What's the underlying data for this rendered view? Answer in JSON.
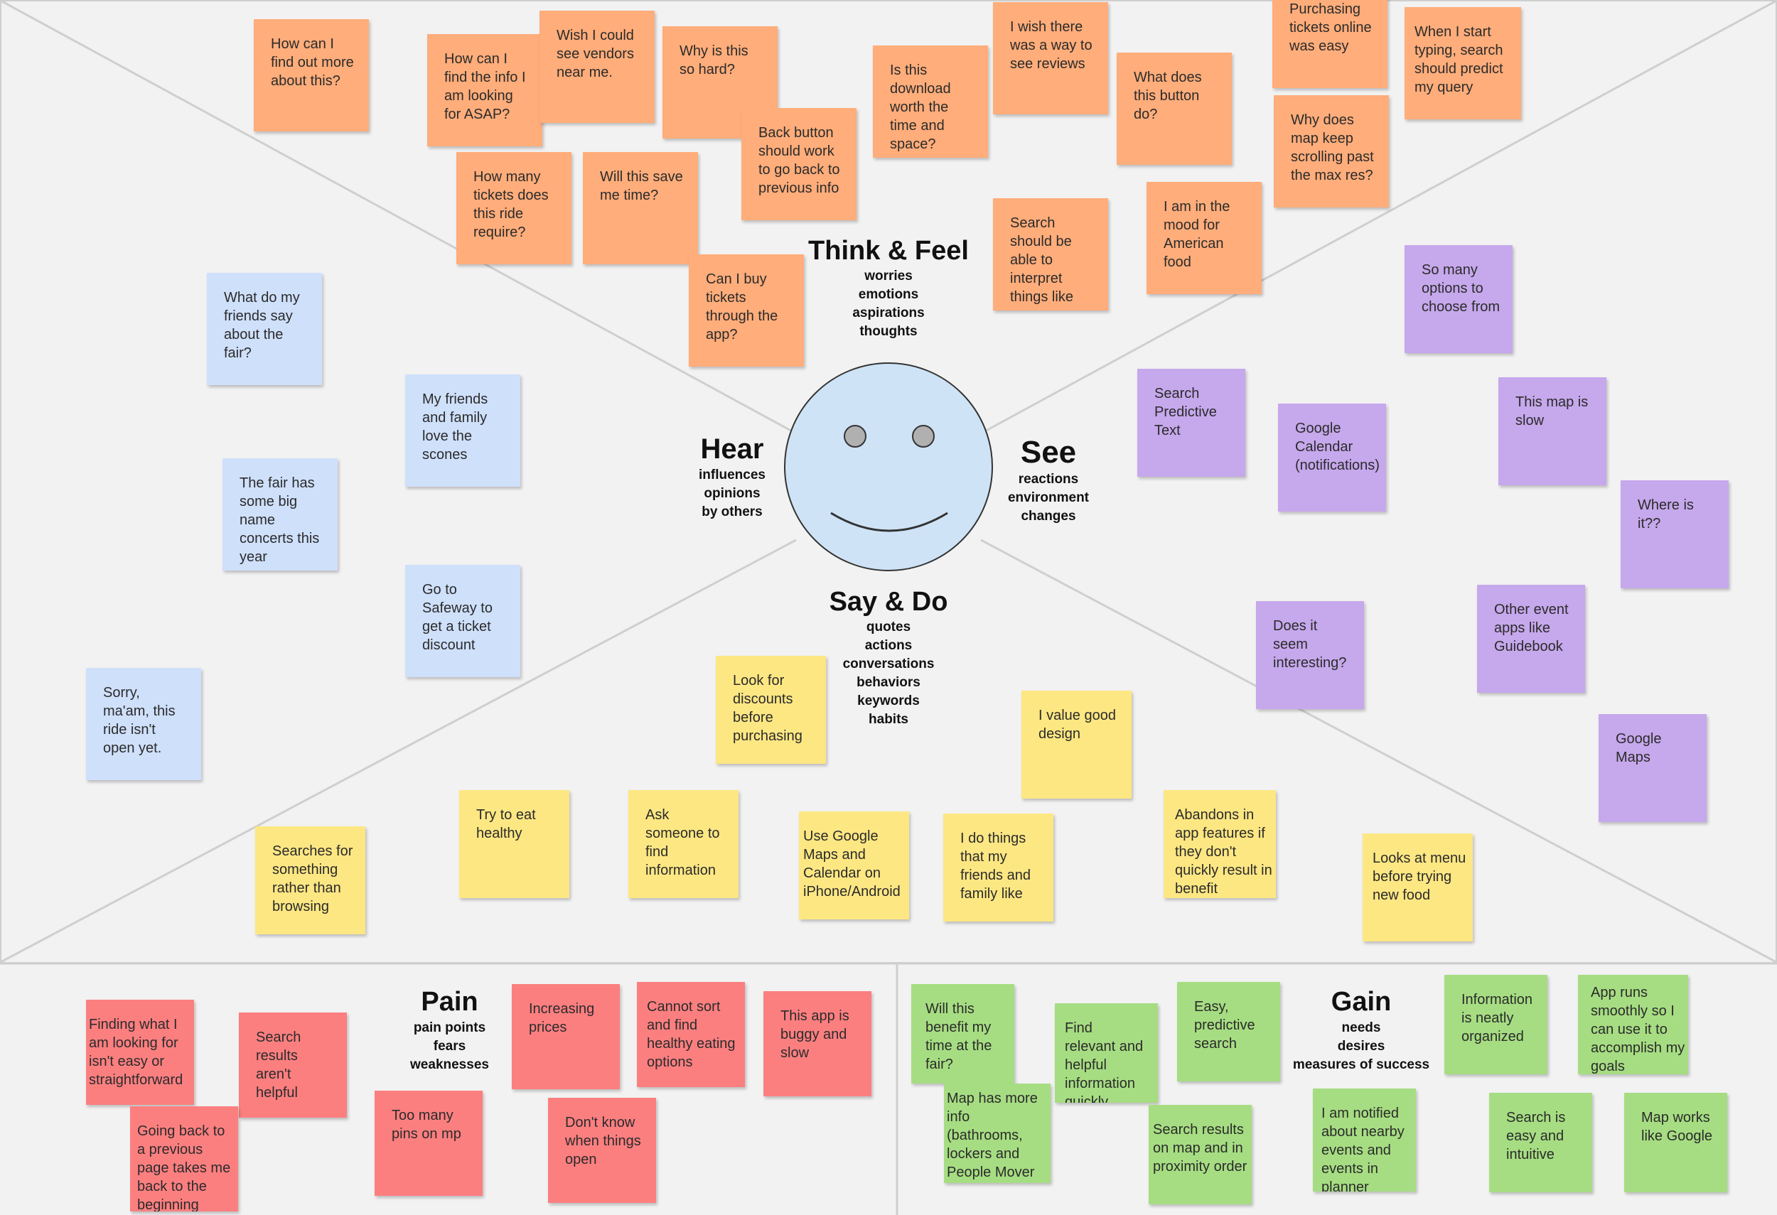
{
  "sections": {
    "think_feel": {
      "title": "Think & Feel",
      "subs": [
        "worries",
        "emotions",
        "aspirations",
        "thoughts"
      ]
    },
    "hear": {
      "title": "Hear",
      "subs": [
        "influences",
        "opinions",
        "by others"
      ]
    },
    "see": {
      "title": "See",
      "subs": [
        "reactions",
        "environment",
        "changes"
      ]
    },
    "say_do": {
      "title": "Say & Do",
      "subs": [
        "quotes",
        "actions",
        "conversations",
        "behaviors",
        "keywords",
        "habits"
      ]
    },
    "pain": {
      "title": "Pain",
      "subs": [
        "pain points",
        "fears",
        "weaknesses"
      ]
    },
    "gain": {
      "title": "Gain",
      "subs": [
        "needs",
        "desires",
        "measures of success"
      ]
    }
  },
  "notes": {
    "think": [
      "How can I find out more about this?",
      "How can I find the info I am looking for ASAP?",
      "Wish I could see vendors near me.",
      "Why is this so hard?",
      "Back button should work to go back to previous info",
      "How many tickets does this ride require?",
      "Will this save me time?",
      "Can I buy tickets through the app?",
      "Is this download worth the time and space?",
      "I wish there was a way to see reviews",
      "What does this button do?",
      "Search should be able to interpret things like",
      "I am in the mood for American food",
      "Purchasing tickets online was easy",
      "Why does map keep scrolling past the max res?",
      "When I start typing, search should predict my query"
    ],
    "hear": [
      "What do my friends say about the fair?",
      "My friends and family love the scones",
      "The fair has some big name concerts this year",
      "Go to Safeway to get a ticket discount",
      "Sorry, ma'am, this ride isn't open yet."
    ],
    "see": [
      "So many options to choose from",
      "Search Predictive Text",
      "Google Calendar (notifications)",
      "This map is slow",
      "Where is it??",
      "Does it seem interesting?",
      "Other event apps like Guidebook",
      "Google Maps"
    ],
    "say": [
      "Look for discounts before purchasing",
      "I value good design",
      "Searches for something rather than browsing",
      "Try to eat healthy",
      "Ask someone to find information",
      "Use Google Maps and Calendar on iPhone/Android",
      "I do things that my friends and family like",
      "Abandons in app features if they don't quickly result in benefit",
      "Looks at menu before trying new food"
    ],
    "pain": [
      "Finding what I am looking for isn't easy or straightforward",
      "Search results aren't helpful",
      "Going back to a previous page takes me back to the beginning",
      "Too many pins on mp",
      "Increasing prices",
      "Cannot sort and find healthy eating options",
      "This app is buggy and slow",
      "Don't know when things open"
    ],
    "gain": [
      "Will this benefit my time at the fair?",
      "Map has more info (bathrooms, lockers and People Mover routes)",
      "Find relevant and helpful information quickly",
      "Easy, predictive search",
      "Search results on map and in proximity order",
      "Information is neatly organized",
      "App runs smoothly so I can use it to accomplish my goals",
      "I am notified about nearby events and events in planner",
      "Search is easy and intuitive",
      "Map works like Google"
    ]
  },
  "colors": {
    "think": "#ffad7a",
    "hear": "#cfe0fb",
    "see": "#c6a8ec",
    "say": "#fde783",
    "pain": "#fc7f80",
    "gain": "#a6dd82",
    "face": "#cfe3f6",
    "background": "#f2f2f2"
  }
}
